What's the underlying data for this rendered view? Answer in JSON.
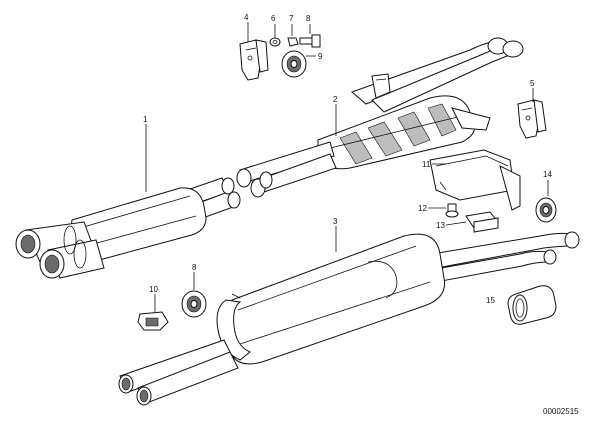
{
  "diagram": {
    "callouts": [
      "1",
      "2",
      "3",
      "4",
      "5",
      "6",
      "7",
      "8",
      "9",
      "10",
      "11",
      "12",
      "13",
      "14",
      "15",
      "8",
      "9"
    ],
    "image_code": "00002515"
  }
}
